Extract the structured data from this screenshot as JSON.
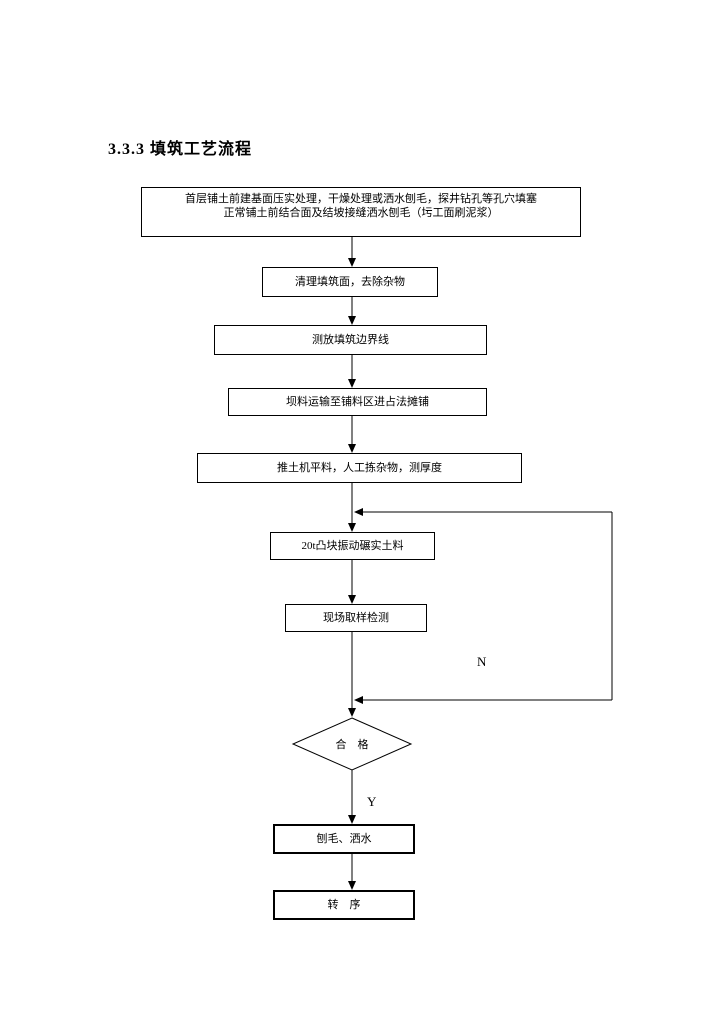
{
  "document": {
    "heading": "3.3.3 填筑工艺流程"
  },
  "flowchart": {
    "step1": {
      "line1": "首层铺土前建基面压实处理，干燥处理或洒水刨毛，探井钻孔等孔穴填塞",
      "line2": "正常铺土前结合面及结坡接缝洒水刨毛（圬工面刷泥浆）"
    },
    "step2": "清理填筑面，去除杂物",
    "step3": "测放填筑边界线",
    "step4": "坝料运输至铺料区进占法摊铺",
    "step5": "推土机平料，人工拣杂物，测厚度",
    "step6": "20t凸块振动碾实土料",
    "step7": "现场取样检测",
    "decision": "合　格",
    "label_no": "N",
    "label_yes": "Y",
    "step8": "刨毛、洒水",
    "step9": "转　序"
  },
  "colors": {
    "line": "#000000",
    "text": "#000000",
    "page_background": "#ffffff"
  }
}
